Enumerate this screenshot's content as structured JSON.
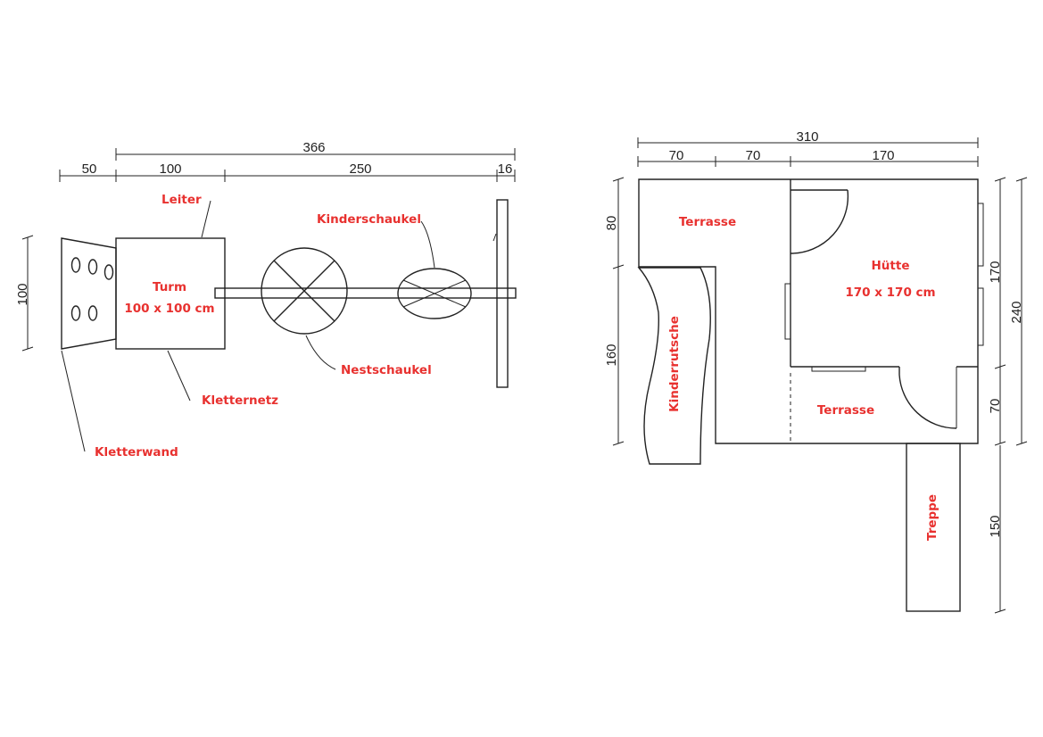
{
  "colors": {
    "label": "#e8312f",
    "line": "#222222",
    "background": "#ffffff"
  },
  "left_plan": {
    "dims": {
      "total": "366",
      "segment_1": "50",
      "segment_2": "100",
      "segment_3": "250",
      "segment_4": "16",
      "height": "100"
    },
    "labels": {
      "leiter": "Leiter",
      "kinderschaukel": "Kinderschaukel",
      "turm": "Turm",
      "turm_size": "100 x 100 cm",
      "nestschaukel": "Nestschaukel",
      "kletternetz": "Kletternetz",
      "kletterwand": "Kletterwand"
    }
  },
  "right_plan": {
    "dims": {
      "total": "310",
      "top_1": "70",
      "top_2": "70",
      "top_3": "170",
      "left_1": "80",
      "left_2": "160",
      "right_1": "170",
      "right_2": "70",
      "right_total": "240",
      "stairs": "150"
    },
    "labels": {
      "terrasse_top": "Terrasse",
      "huette": "Hütte",
      "huette_size": "170 x 170 cm",
      "kinderrutsche": "Kinderrutsche",
      "terrasse_bottom": "Terrasse",
      "treppe": "Treppe"
    }
  }
}
